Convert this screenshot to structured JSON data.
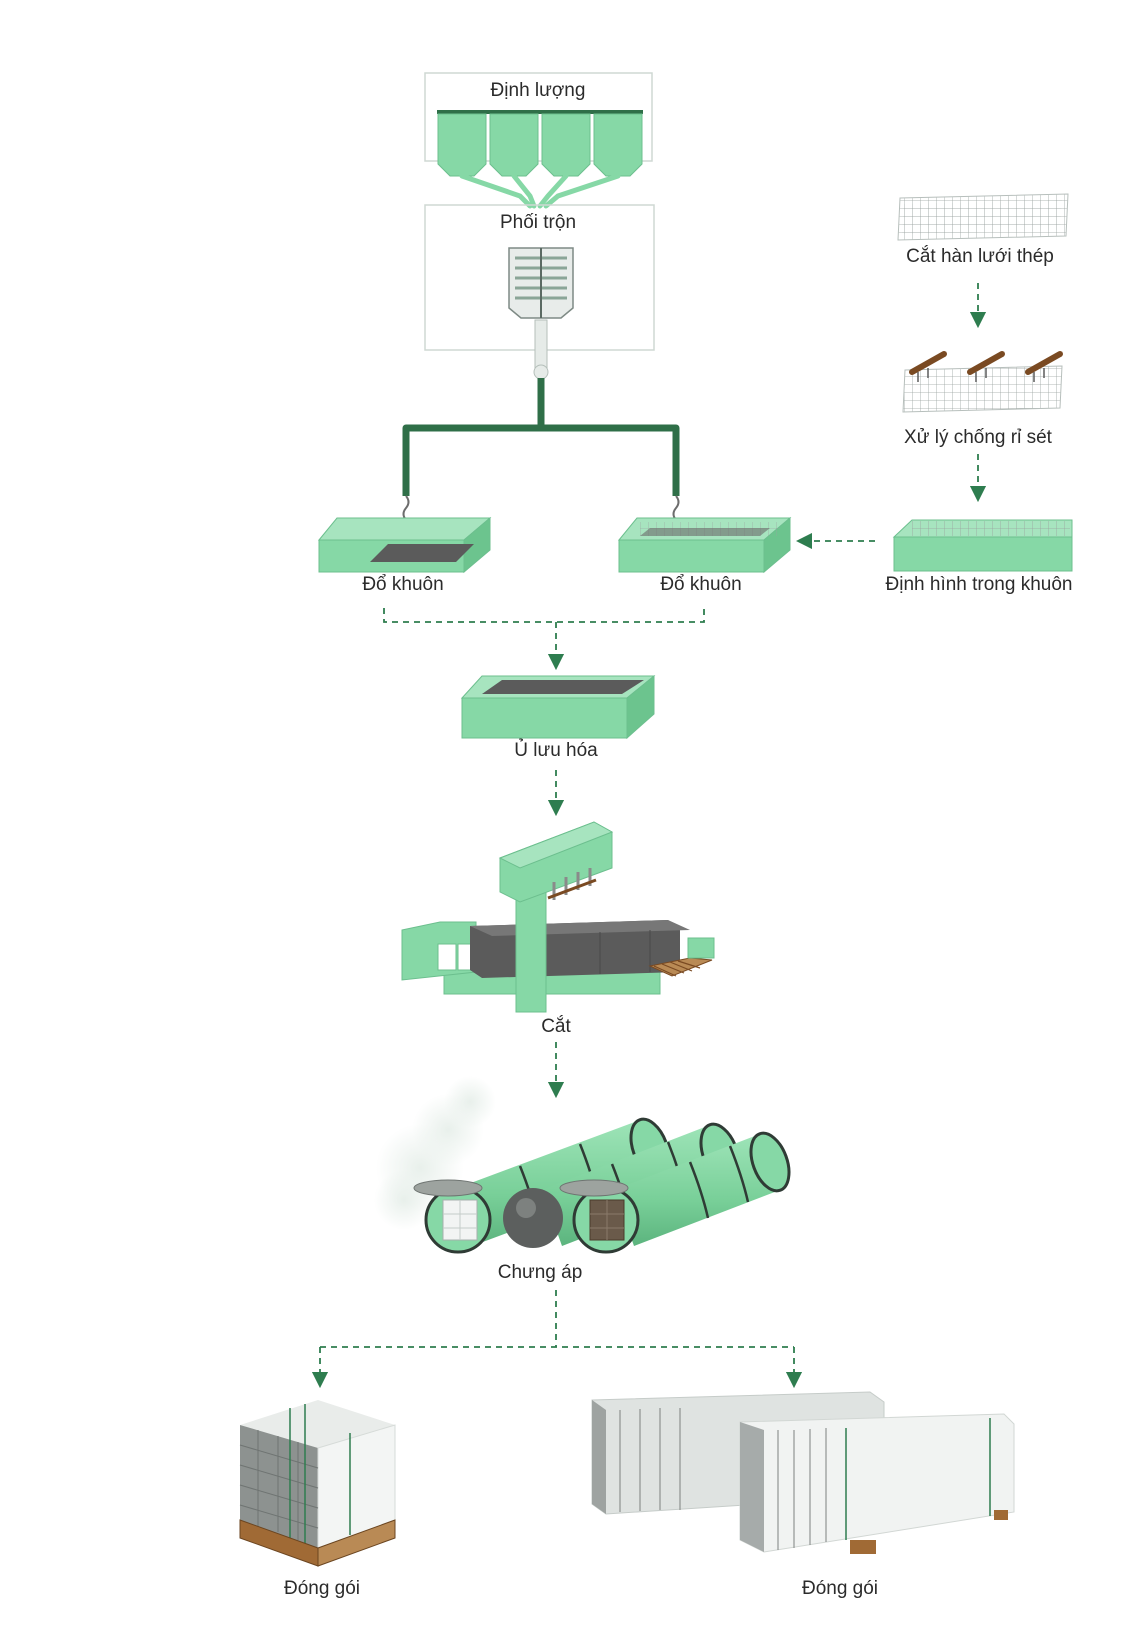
{
  "steps": {
    "dosing": "Định lượng",
    "mixing": "Phối trộn",
    "mesh_cut_weld": "Cắt hàn lưới thép",
    "rust_treatment": "Xử lý chống rỉ sét",
    "mold_shaping": "Định hình trong khuôn",
    "pour_mold_left": "Đổ khuôn",
    "pour_mold_right": "Đổ khuôn",
    "curing": "Ủ lưu hóa",
    "cutting": "Cắt",
    "autoclave": "Chưng áp",
    "packing_left": "Đóng gói",
    "packing_right": "Đóng gói"
  },
  "colors": {
    "machine_green": "#86d8a6",
    "machine_green_dark": "#5fbf86",
    "pipe_green": "#2f6f48",
    "arrow_green": "#2e7d4f",
    "concrete_gray": "#5b5b5b",
    "block_white": "#eef1f0",
    "wood": "#8a5a2b"
  }
}
